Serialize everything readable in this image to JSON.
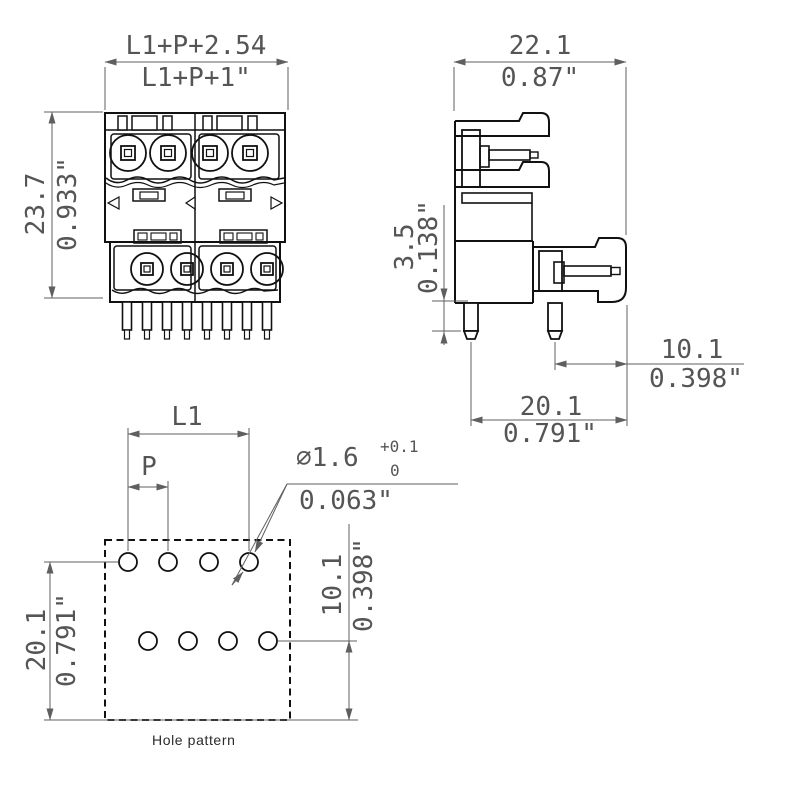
{
  "drawing": {
    "caption": "Hole pattern",
    "front_view": {
      "width_dim": {
        "metric": "L1+P+2.54",
        "inch": "L1+P+1\""
      },
      "height_dim": {
        "metric": "23.7",
        "inch": "0.933\""
      }
    },
    "side_view": {
      "width_dim": {
        "metric": "22.1",
        "inch": "0.87\""
      },
      "pin_length_dim": {
        "metric": "3.5",
        "inch": "0.138\""
      },
      "pin2_to_edge_dim": {
        "metric": "10.1",
        "inch": "0.398\""
      },
      "pin1_to_edge_dim": {
        "metric": "20.1",
        "inch": "0.791\""
      }
    },
    "hole_pattern": {
      "span_dim": "L1",
      "pitch_dim": "P",
      "hole_dia_dim": {
        "metric": "⌀1.6",
        "tol_upper": "+0.1",
        "tol_lower": "0",
        "inch": "0.063\""
      },
      "height_dim": {
        "metric": "20.1",
        "inch": "0.791\""
      },
      "row_offset_dim": {
        "metric": "10.1",
        "inch": "0.398\""
      }
    }
  },
  "colors": {
    "outline": "#111111",
    "dimension": "#5f5f5f",
    "background": "#ffffff"
  }
}
